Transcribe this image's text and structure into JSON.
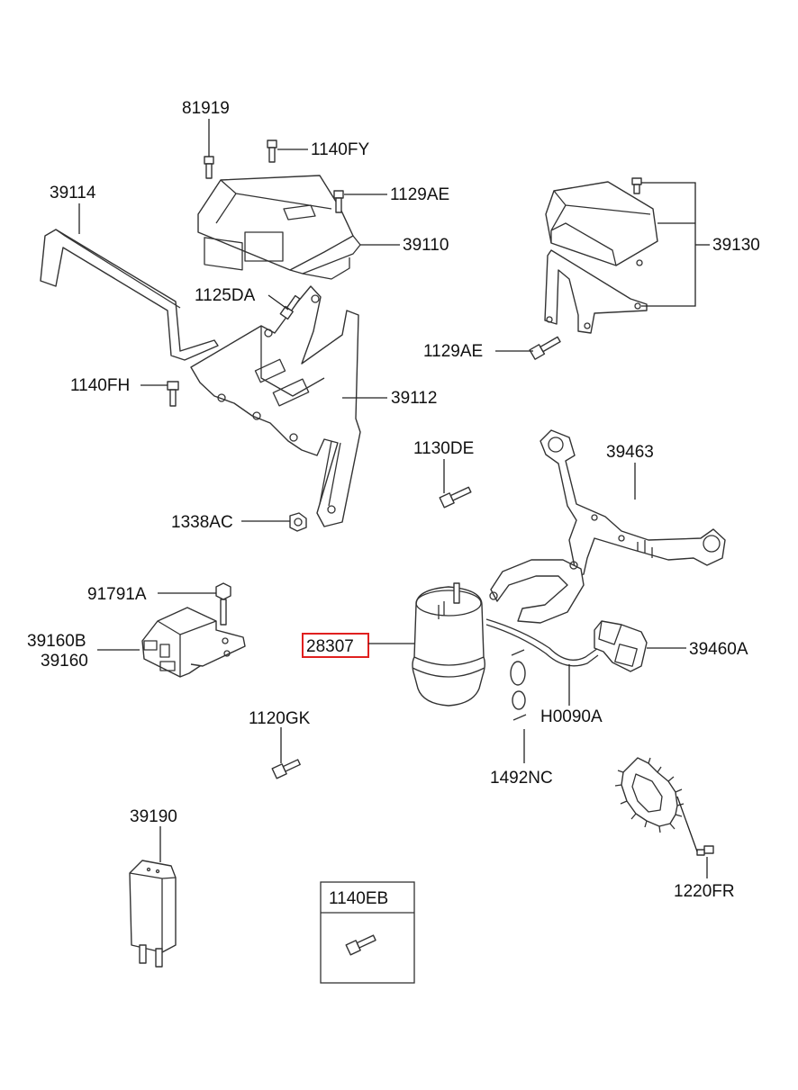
{
  "parts": {
    "p81919": "81919",
    "p1140FY": "1140FY",
    "p39114": "39114",
    "p1129AE_top": "1129AE",
    "p39110": "39110",
    "p39130": "39130",
    "p1125DA": "1125DA",
    "p1129AE_mid": "1129AE",
    "p1140FH": "1140FH",
    "p39112": "39112",
    "p1130DE": "1130DE",
    "p39463": "39463",
    "p1338AC": "1338AC",
    "p91791A": "91791A",
    "p39160B": "39160B",
    "p39160": "39160",
    "p28307": "28307",
    "p39460A": "39460A",
    "pH0090A": "H0090A",
    "p1120GK": "1120GK",
    "p1492NC": "1492NC",
    "p39190": "39190",
    "p1140EB": "1140EB",
    "p1220FR": "1220FR"
  },
  "highlight_color": "#e0201f"
}
